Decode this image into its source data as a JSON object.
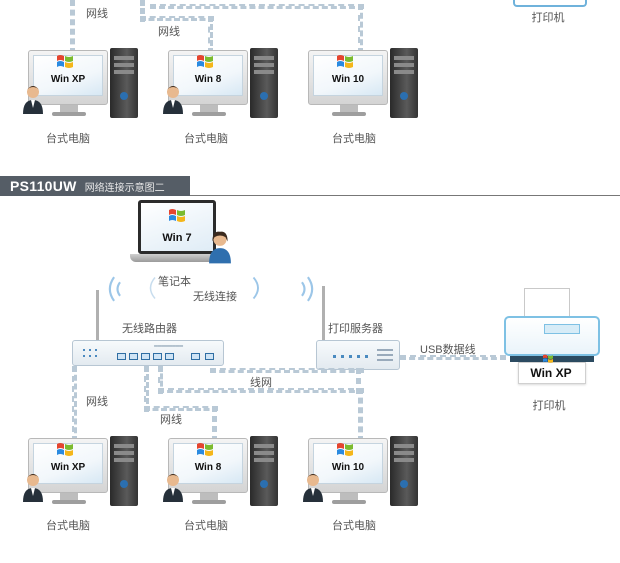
{
  "banner": {
    "model": "PS110UW",
    "subtitle": "网络连接示意图二"
  },
  "top_section": {
    "cable_labels": [
      "网线",
      "网线"
    ],
    "printer_label": "打印机",
    "computers": [
      {
        "os": "Win XP",
        "label": "台式电脑"
      },
      {
        "os": "Win 8",
        "label": "台式电脑"
      },
      {
        "os": "Win 10",
        "label": "台式电脑"
      }
    ]
  },
  "bottom_section": {
    "laptop": {
      "os": "Win 7",
      "label": "笔记本"
    },
    "wireless_label": "无线连接",
    "router_label": "无线路由器",
    "print_server_label": "打印服务器",
    "usb_label": "USB数据线",
    "printer_label": "打印机",
    "printer_paper_text": "Win XP",
    "cable_labels": [
      "网线",
      "网线",
      "线网"
    ],
    "computers": [
      {
        "os": "Win XP",
        "label": "台式电脑"
      },
      {
        "os": "Win 8",
        "label": "台式电脑"
      },
      {
        "os": "Win 10",
        "label": "台式电脑"
      }
    ]
  },
  "colors": {
    "banner_bg": "#555d66",
    "cable": "#b9c9d6",
    "wifi": "#9cc6e8",
    "port": "#2f6ea3"
  }
}
